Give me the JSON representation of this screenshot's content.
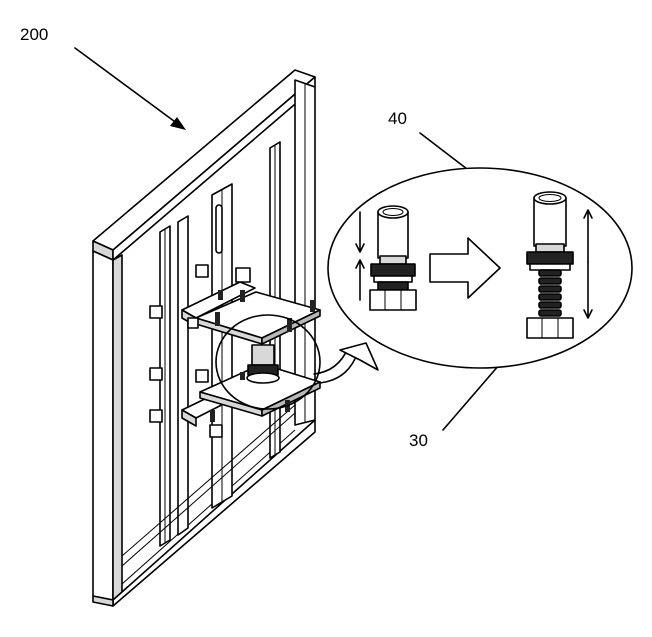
{
  "labels": {
    "frame_ref": "200",
    "actuator_top_ref": "40",
    "actuator_spring_ref": "30"
  }
}
